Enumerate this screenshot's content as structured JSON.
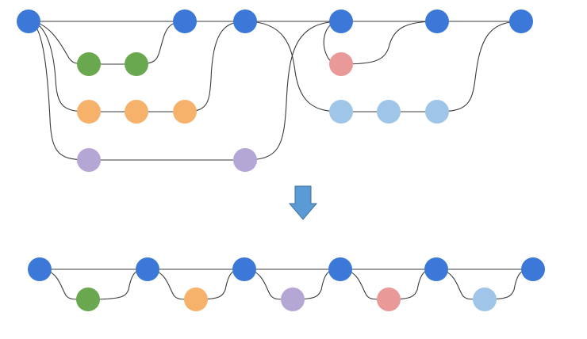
{
  "colors": {
    "blue": "#3b78d8",
    "green": "#6aa84f",
    "orange": "#f6b26b",
    "purple": "#b4a7d6",
    "red": "#ea9999",
    "lightblue": "#9fc5e8",
    "arrow": "#5b9bd5",
    "arrow_stroke": "#41719c",
    "edge": "#3a3a3a"
  },
  "top_graph": {
    "main_nodes": [
      "main-1",
      "main-2",
      "main-3",
      "main-4",
      "main-5",
      "main-6"
    ],
    "branches": [
      {
        "name": "green-branch",
        "color": "green",
        "nodes": 2,
        "from": "main-1",
        "to": "main-2"
      },
      {
        "name": "orange-branch",
        "color": "orange",
        "nodes": 3,
        "from": "main-1",
        "to": "main-3"
      },
      {
        "name": "purple-branch",
        "color": "purple",
        "nodes": 2,
        "from": "main-1",
        "to": "main-4"
      },
      {
        "name": "red-branch",
        "color": "red",
        "nodes": 1,
        "from": "main-4",
        "to": "main-5"
      },
      {
        "name": "lightblue-branch",
        "color": "lightblue",
        "nodes": 3,
        "from": "main-3",
        "to": "main-6"
      }
    ]
  },
  "transform_arrow": "down-arrow-icon",
  "bottom_chain": {
    "main_nodes": 6,
    "dip_colors": [
      "green",
      "orange",
      "purple",
      "red",
      "lightblue"
    ]
  }
}
